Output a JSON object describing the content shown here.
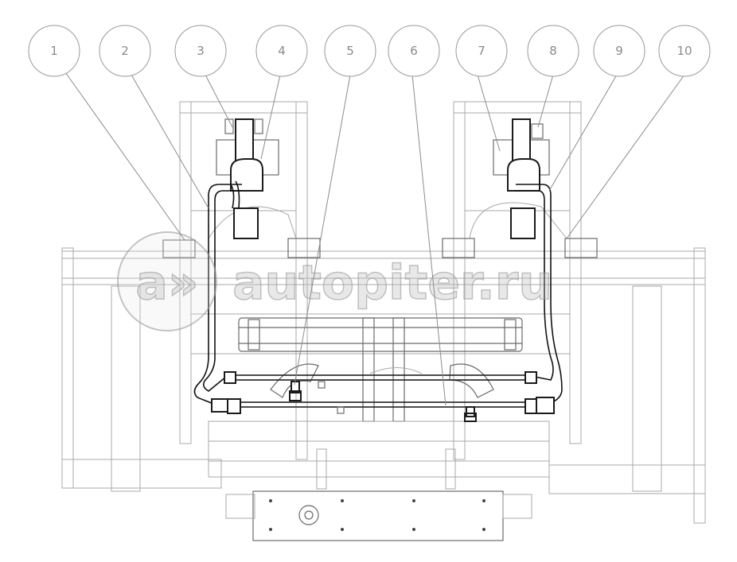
{
  "callouts": [
    {
      "id": 1,
      "label": "1"
    },
    {
      "id": 2,
      "label": "2"
    },
    {
      "id": 3,
      "label": "3"
    },
    {
      "id": 4,
      "label": "4"
    },
    {
      "id": 5,
      "label": "5"
    },
    {
      "id": 6,
      "label": "6"
    },
    {
      "id": 7,
      "label": "7"
    },
    {
      "id": 8,
      "label": "8"
    },
    {
      "id": 9,
      "label": "9"
    },
    {
      "id": 10,
      "label": "10"
    }
  ],
  "watermark": {
    "text": "autopiter.ru",
    "logo": "a»"
  },
  "colors": {
    "line_dark": "#1a1a1a",
    "line_light": "#a8a8a8",
    "watermark": "#bebebe"
  }
}
